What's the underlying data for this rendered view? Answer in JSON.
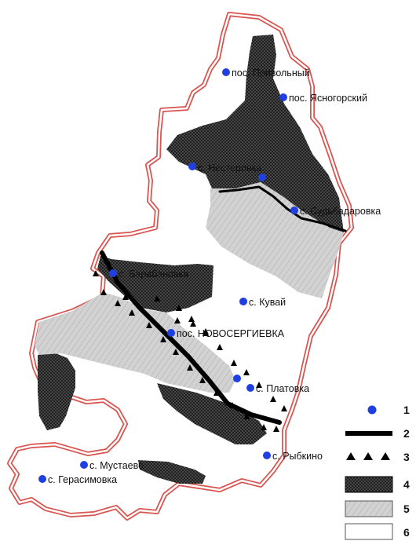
{
  "colors": {
    "boundary_outer": "#d9534f",
    "boundary_fill": "#ffffff",
    "dark_zone": "#1e1e1e",
    "light_zone": "#cfcfcf",
    "settlement_dot": "#1f3fe0",
    "fault_line": "#000000"
  },
  "settlements": [
    {
      "id": "privolny",
      "label": "пос. Привольный"
    },
    {
      "id": "yasnogorsky",
      "label": "пос. Ясногорский"
    },
    {
      "id": "nesterovka",
      "label": "с. Нестеровка"
    },
    {
      "id": "sudbadarovka",
      "label": "с. Судьбадаровка"
    },
    {
      "id": "barabanovka",
      "label": "с. Барабановка"
    },
    {
      "id": "kuvai",
      "label": "с. Кувай"
    },
    {
      "id": "novosergievka",
      "label": "пос. НОВОСЕРГИЕВКА"
    },
    {
      "id": "platovka",
      "label": "с. Платовка"
    },
    {
      "id": "rybkino",
      "label": "с. Рыбкино"
    },
    {
      "id": "mustaevo",
      "label": "с. Мустаево"
    },
    {
      "id": "gerasimovka",
      "label": "с. Герасимовка"
    }
  ],
  "legend": [
    {
      "num": "1",
      "symbol": "settlement-dot"
    },
    {
      "num": "2",
      "symbol": "thick-line"
    },
    {
      "num": "3",
      "symbol": "triangles"
    },
    {
      "num": "4",
      "symbol": "dark-hatched-area"
    },
    {
      "num": "5",
      "symbol": "light-hatched-area"
    },
    {
      "num": "6",
      "symbol": "white-area"
    }
  ]
}
